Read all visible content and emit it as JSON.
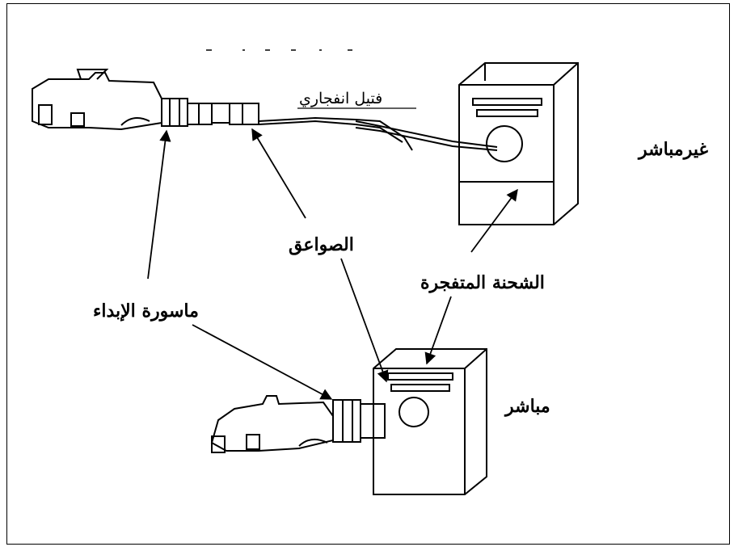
{
  "labels": {
    "indirect": "غيرمباشر",
    "direct": "مباشر",
    "detonating_cord": "فتيل انفجاري",
    "detonators": "الصواعق",
    "explosive_charge": "الشحنة المتفجرة",
    "initiation_tube": "ماسورة الإبداء"
  },
  "colors": {
    "ink": "#000000",
    "paper": "#ffffff"
  }
}
